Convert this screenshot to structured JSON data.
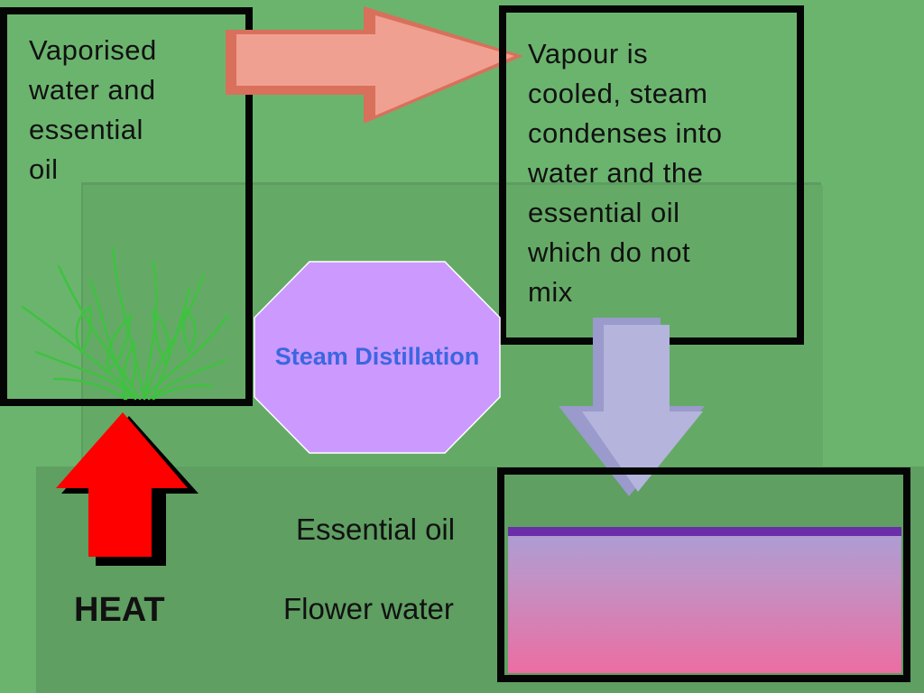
{
  "boxes": {
    "vaporised": "Vaporised\nwater and\nessential\noil",
    "cooled": "Vapour is\ncooled, steam\ncondenses into\nwater and the\nessential oil\nwhich do not\nmix"
  },
  "center": {
    "title": "Steam Distillation"
  },
  "layers": {
    "oil": "Essential oil",
    "water": "Flower water"
  },
  "heat": {
    "label": "HEAT"
  },
  "colors": {
    "background": "#6bb46e",
    "heat_arrow": "#ff0000",
    "right_arrow": "#f0a090",
    "down_arrow": "#b4b4dc",
    "octagon": "#cc99ff",
    "title_text": "#3a67e0"
  }
}
